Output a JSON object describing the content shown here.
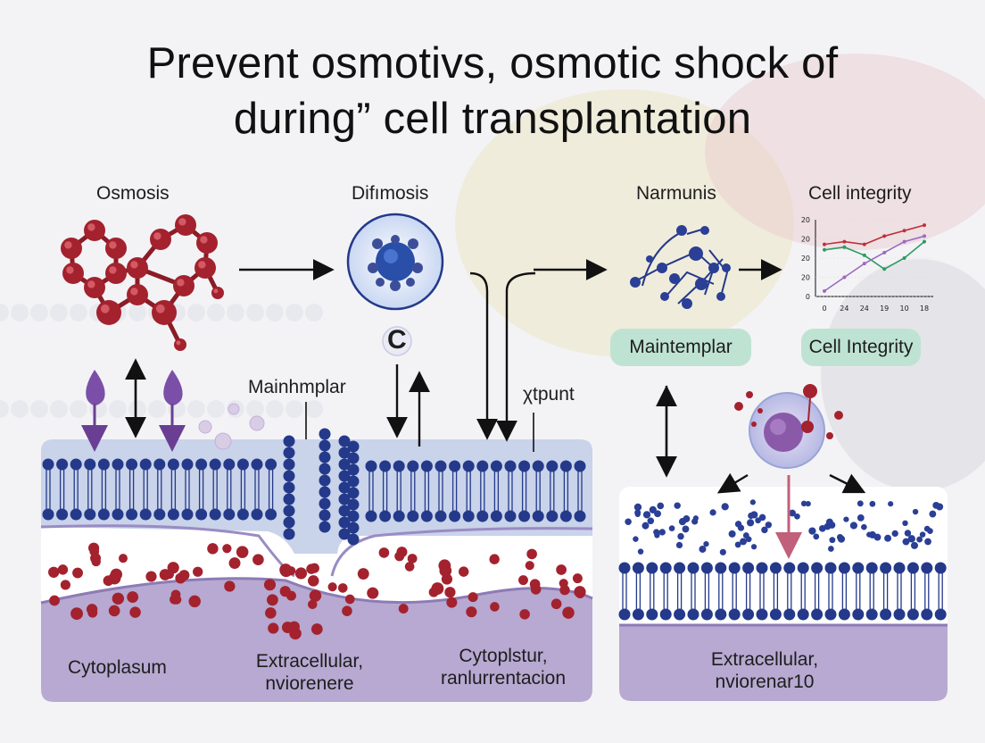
{
  "title": {
    "line1": "Prevent  osmotivs, osmotic shock of",
    "line2": "during” cell transplantation"
  },
  "headers": {
    "osmosis": "Osmosis",
    "difmosis": "Difımosis",
    "narmunis": "Narmunis",
    "cell_integrity": "Cell integrity"
  },
  "labels": {
    "c_badge": "C",
    "mainhmplar": "Mainhmplar",
    "xtpunt": "χtpunt",
    "maintemplar_pill": "Maintemplar",
    "cell_integrity_pill": "Cell Integrity"
  },
  "bottom_labels": {
    "cytoplasum": "Cytoplasum",
    "extracellular_left_1": "Extracellular,",
    "extracellular_left_2": "nviorenere",
    "cytoplstur_1": "Cytoplstur,",
    "cytoplstur_2": "ranlurrentacion",
    "extracellular_right_1": "Extracellular,",
    "extracellular_right_2": "nviorenar10"
  },
  "chart_data": {
    "type": "line",
    "x_ticks": [
      "0",
      "24",
      "24",
      "19",
      "10",
      "18"
    ],
    "y_ticks": [
      "20",
      "20",
      "20",
      "20",
      "0"
    ],
    "series": [
      {
        "color": "#c0303a",
        "values": [
          19,
          20,
          19,
          22,
          24,
          26
        ]
      },
      {
        "color": "#2e9a63",
        "values": [
          17,
          18,
          15,
          10,
          14,
          20
        ]
      },
      {
        "color": "#9b6bbd",
        "values": [
          2,
          7,
          12,
          16,
          20,
          22
        ]
      }
    ],
    "ylim": [
      0,
      28
    ]
  },
  "colors": {
    "molecule_red": "#a3222e",
    "lipid_head": "#24398a",
    "membrane_fill": "#c9d3ea",
    "cytoplasm_fill": "#b7a9d1",
    "pill_green": "#bfe3d2",
    "arrow_purple": "#6a3f93"
  },
  "icons": {
    "chart": "line-chart-icon",
    "molecule": "ring-molecule-icon",
    "cell": "cell-icon",
    "network": "molecular-network-icon",
    "drop": "drop-icon"
  }
}
